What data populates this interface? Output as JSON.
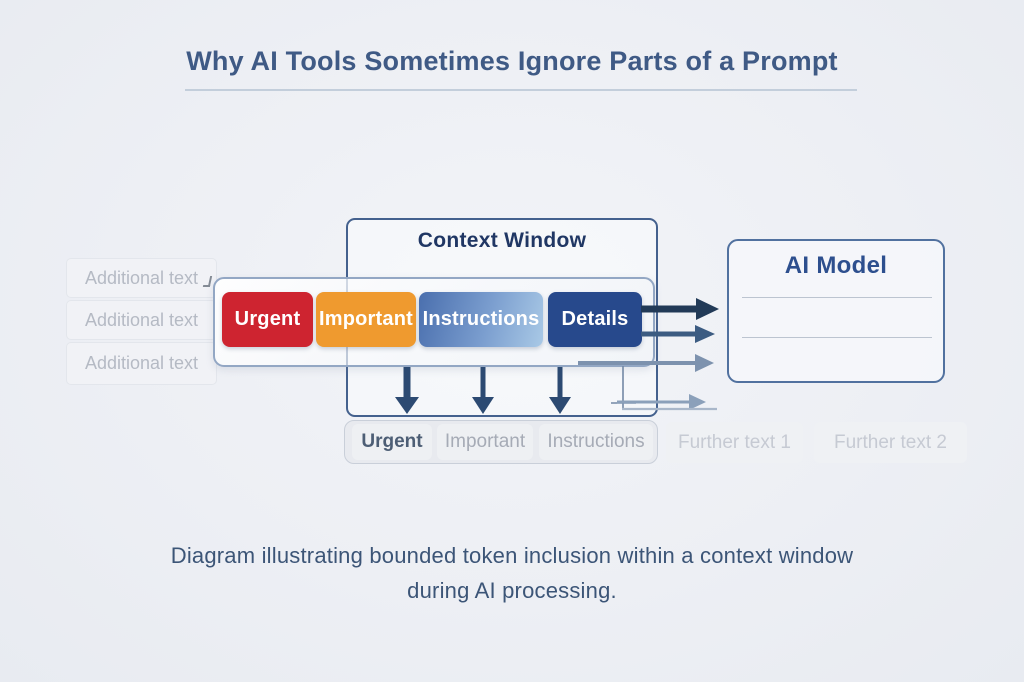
{
  "page": {
    "title": "Why AI Tools Sometimes Ignore Parts of a Prompt",
    "caption_line1": "Diagram illustrating bounded token inclusion within a context window",
    "caption_line2": "during AI processing."
  },
  "left_stack": {
    "items": [
      "Additional text",
      "Additional text",
      "Additional text"
    ]
  },
  "context_window": {
    "title": "Context Window",
    "tokens": [
      {
        "label": "Urgent",
        "bg": "#ce2430"
      },
      {
        "label": "Important",
        "bg": "#ef9a2f"
      },
      {
        "label": "Instructions",
        "bg": "linear-gradient(105deg, #4a6fae 0%, #7b9ecf 55%, #a9c9e6 100%)"
      },
      {
        "label": "Details",
        "bg": "#27498c"
      }
    ]
  },
  "ai_model": {
    "title": "AI Model"
  },
  "output_labels": {
    "items": [
      {
        "label": "Urgent",
        "state": "included"
      },
      {
        "label": "Important",
        "state": "faded"
      },
      {
        "label": "Instructions",
        "state": "faded"
      }
    ]
  },
  "further_text": {
    "items": [
      "Further text 1",
      "Further text 2"
    ]
  },
  "colors": {
    "title_text": "#3f5a85",
    "caption_text": "#3c5577",
    "context_window_title": "#203764",
    "ai_model_title": "#2d4f8e",
    "muted_text": "#b5bac4",
    "output_active_text": "#4d5e75",
    "output_inactive_text": "#a6abb6",
    "faint_text": "#c6cad3",
    "arrow_strong": "#223a57",
    "arrow_medium": "#3c5c82",
    "arrow_light": "#7d92ae",
    "arrow_faint": "#8ba0ba",
    "arrow_echo": "#a9b7ca",
    "arrow_down": "#2c4a72",
    "connector": "#7388a5"
  }
}
